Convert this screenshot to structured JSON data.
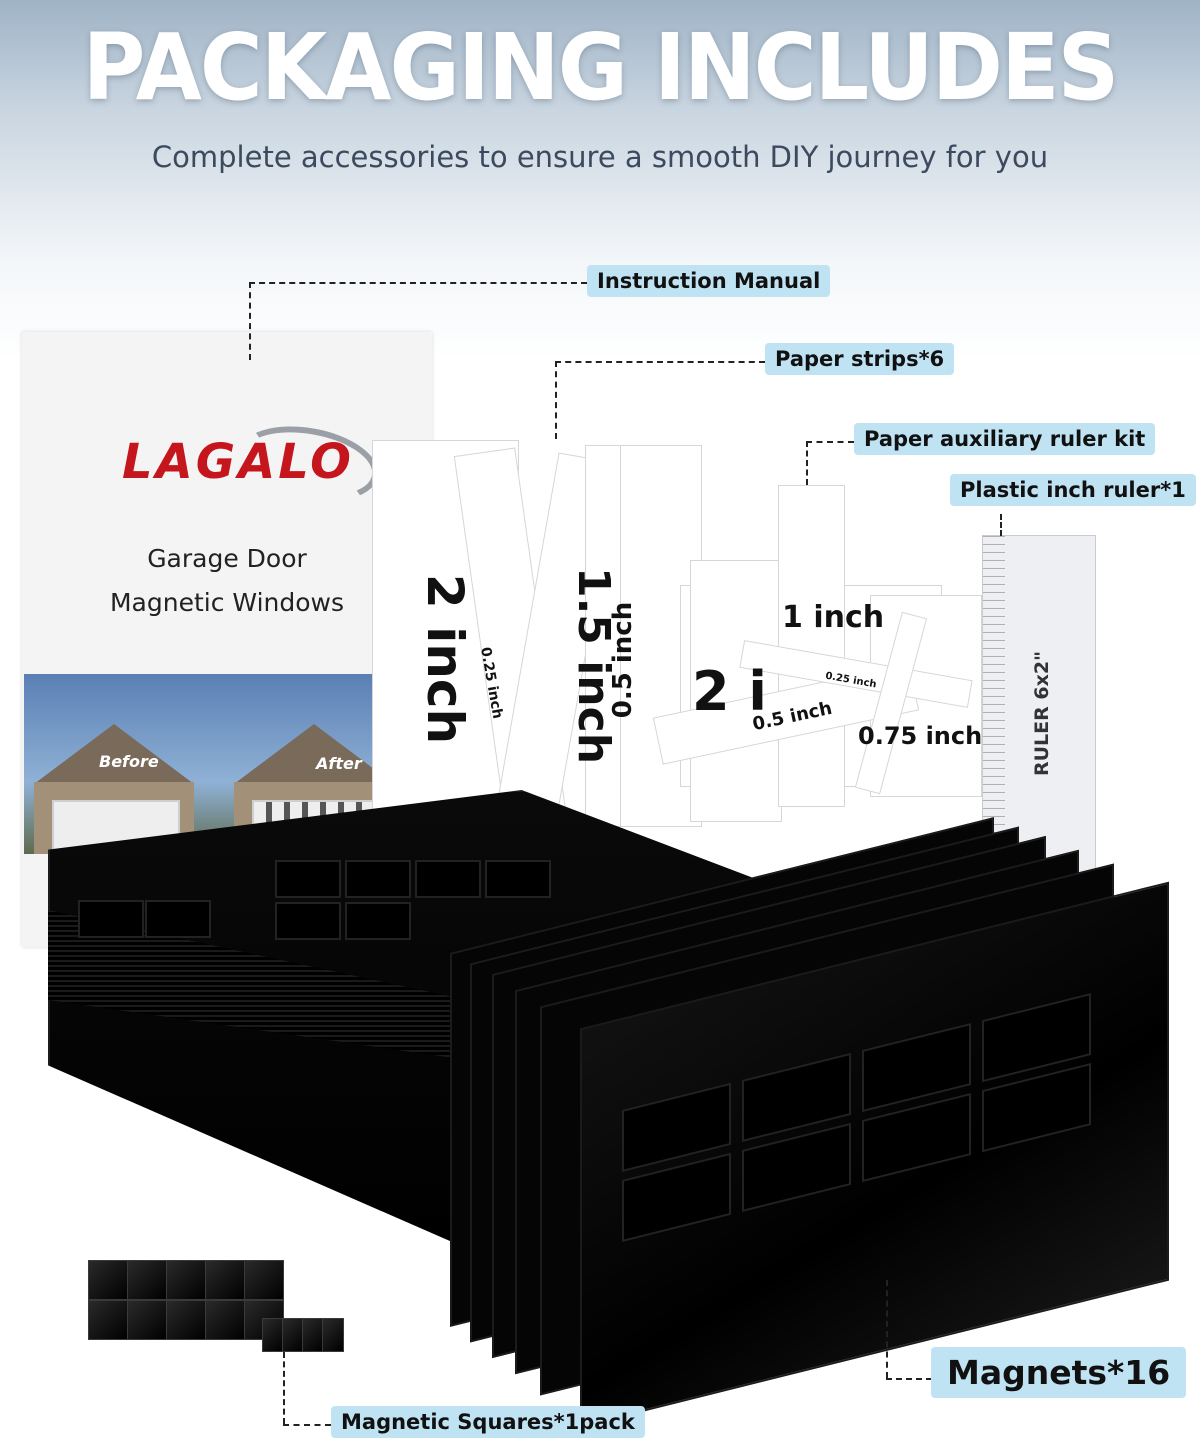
{
  "header": {
    "title": "PACKAGING INCLUDES",
    "subtitle": "Complete accessories to ensure a smooth DIY journey for you"
  },
  "labels": {
    "instruction_manual": "Instruction Manual",
    "paper_strips": "Paper strips*6",
    "ruler_kit": "Paper auxiliary ruler kit",
    "plastic_ruler": "Plastic inch ruler*1",
    "magnets": "Magnets*16",
    "magnetic_squares": "Magnetic Squares*1pack"
  },
  "manual": {
    "brand": "LAGALO",
    "line1": "Garage Door",
    "line2": "Magnetic Windows",
    "before": "Before",
    "after": "After"
  },
  "strips": {
    "s2": "2 inch",
    "s15": "1.5 inch",
    "s05": "0.5 inch",
    "s025": "0.25 inch",
    "s1": "1 inch",
    "s2b": "2 i",
    "s05b": "0.5 inch",
    "s075": "0.75 inch",
    "s025b": "0.25 inch"
  },
  "ruler": {
    "text": "RULER 6x2\""
  },
  "colors": {
    "label_bg": "#bfe3f3",
    "brand_red": "#c4161c",
    "title_white": "#ffffff"
  }
}
